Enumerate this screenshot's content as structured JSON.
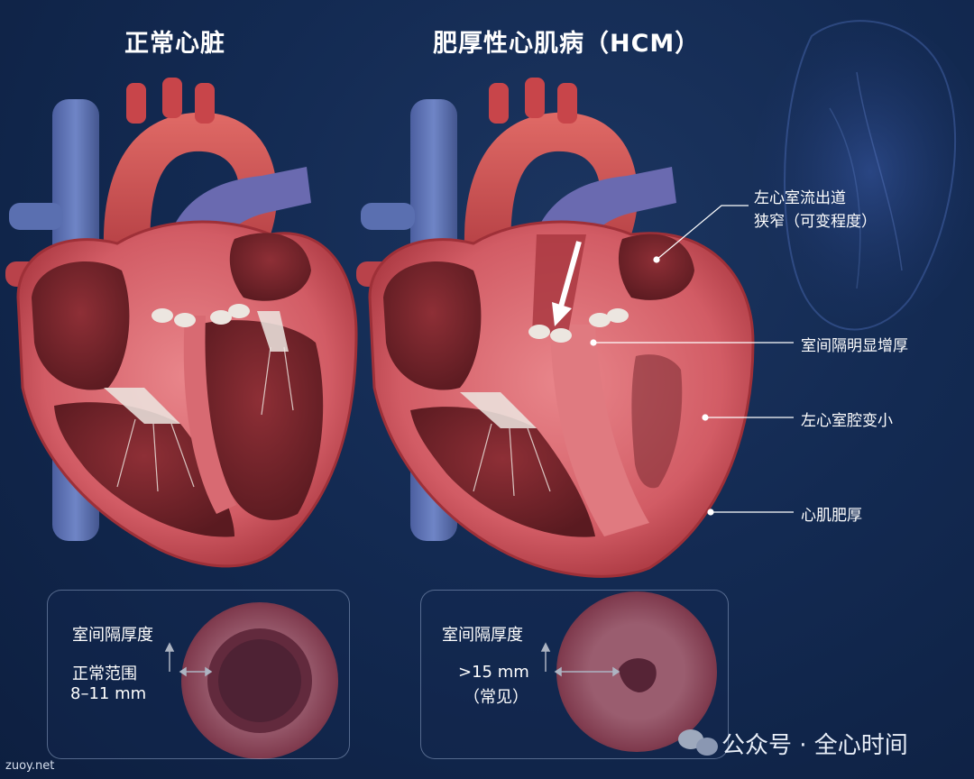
{
  "titles": {
    "normal": "正常心脏",
    "hcm": "肥厚性心肌病（HCM）"
  },
  "annotations": {
    "outflow_line1": "左心室流出道",
    "outflow_line2": "狭窄（可变程度）",
    "septum_thick": "室间隔明显增厚",
    "lv_small": "左心室腔变小",
    "myocardium_thick": "心肌肥厚"
  },
  "normal_panel": {
    "heading": "室间隔厚度",
    "range_label": "正常范围",
    "range_value": "8–11 mm"
  },
  "hcm_panel": {
    "heading": "室间隔厚度",
    "value": ">15 mm",
    "note": "（常见）"
  },
  "footer": {
    "watermark": "公众号 · 全心时间",
    "site": "zuoy.net"
  },
  "colors": {
    "background": "#132a52",
    "muscle": "#d9616a",
    "muscle_dark": "#9e3038",
    "vein": "#5a6fb0",
    "artery": "#c8454a",
    "valve": "#ece6e0"
  }
}
